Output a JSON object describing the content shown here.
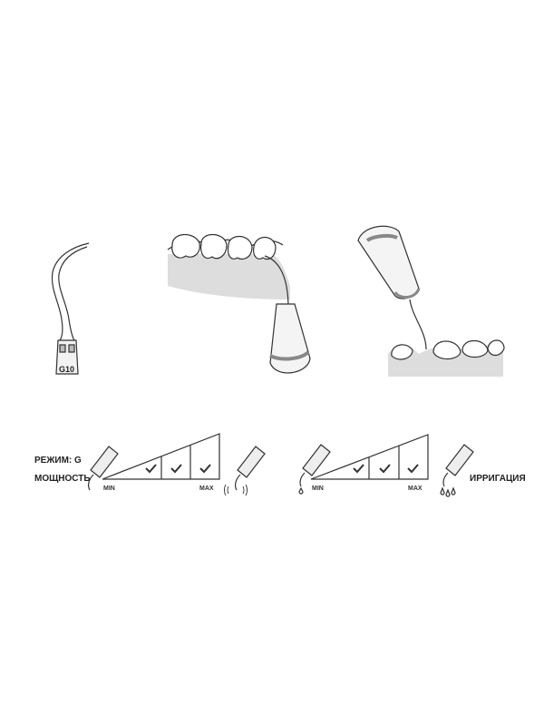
{
  "tip_label": "G10",
  "mode_label": "РЕЖИМ: G",
  "power": {
    "label": "МОЩНОСТЬ",
    "min": "MIN",
    "max": "MAX",
    "checked_levels": 3,
    "total_levels": 3
  },
  "irrigation": {
    "label": "ИРРИГАЦИЯ",
    "min": "MIN",
    "max": "MAX",
    "checked_levels": 3,
    "total_levels": 3
  }
}
